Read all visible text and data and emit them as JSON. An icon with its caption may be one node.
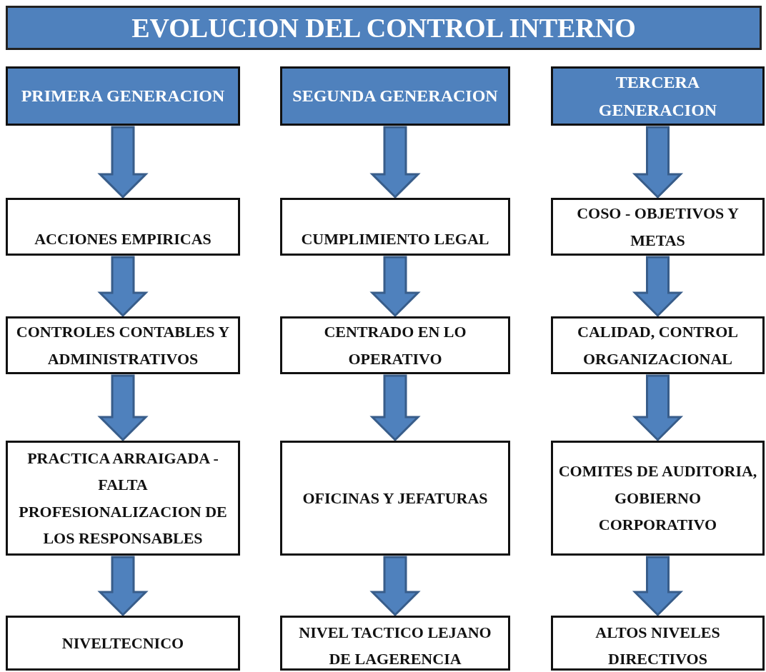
{
  "diagram": {
    "title": "EVOLUCION DEL CONTROL INTERNO",
    "nodes": [
      {
        "text": [
          "PRIMERA GENERACION"
        ]
      },
      {
        "text": [
          "SEGUNDA GENERACION"
        ]
      },
      {
        "text": [
          "TERCERA GENERACION"
        ]
      },
      {
        "text": [
          "ACCIONES EMPIRICAS"
        ]
      },
      {
        "text": [
          "CUMPLIMIENTO LEGAL"
        ]
      },
      {
        "text": [
          "COSO - OBJETIVOS Y METAS"
        ]
      },
      {
        "text": [
          "CONTROLES CONTABLES Y ADMINISTRATIVOS"
        ]
      },
      {
        "text": [
          "CENTRADO EN LO OPERATIVO"
        ]
      },
      {
        "text": [
          "CALIDAD, CONTROL ORGANIZACIONAL"
        ]
      },
      {
        "text": [
          "PRACTICA ARRAIGADA - FALTA PROFESIONALIZACION DE LOS RESPONSABLES"
        ]
      },
      {
        "text": [
          "OFICINAS Y JEFATURAS"
        ]
      },
      {
        "text": [
          "COMITES DE AUDITORIA, GOBIERNO CORPORATIVO"
        ]
      },
      {
        "text": [
          "NIVELTECNICO"
        ]
      },
      {
        "text": [
          "NIVEL TACTICO LEJANO DE LAGERENCIA"
        ]
      },
      {
        "text": [
          "ALTOS NIVELES DIRECTIVOS"
        ]
      }
    ],
    "edges": [
      {
        "from": 0,
        "to": 3,
        "arrow": "to"
      },
      {
        "from": 3,
        "to": 6,
        "arrow": "to"
      },
      {
        "from": 6,
        "to": 9,
        "arrow": "to"
      },
      {
        "from": 9,
        "to": 12,
        "arrow": "to"
      },
      {
        "from": 1,
        "to": 4,
        "arrow": "to"
      },
      {
        "from": 4,
        "to": 7,
        "arrow": "to"
      },
      {
        "from": 7,
        "to": 10,
        "arrow": "to"
      },
      {
        "from": 10,
        "to": 13,
        "arrow": "to"
      },
      {
        "from": 2,
        "to": 5,
        "arrow": "to"
      },
      {
        "from": 5,
        "to": 8,
        "arrow": "to"
      },
      {
        "from": 8,
        "to": 11,
        "arrow": "to"
      },
      {
        "from": 11,
        "to": 14,
        "arrow": "to"
      }
    ]
  }
}
